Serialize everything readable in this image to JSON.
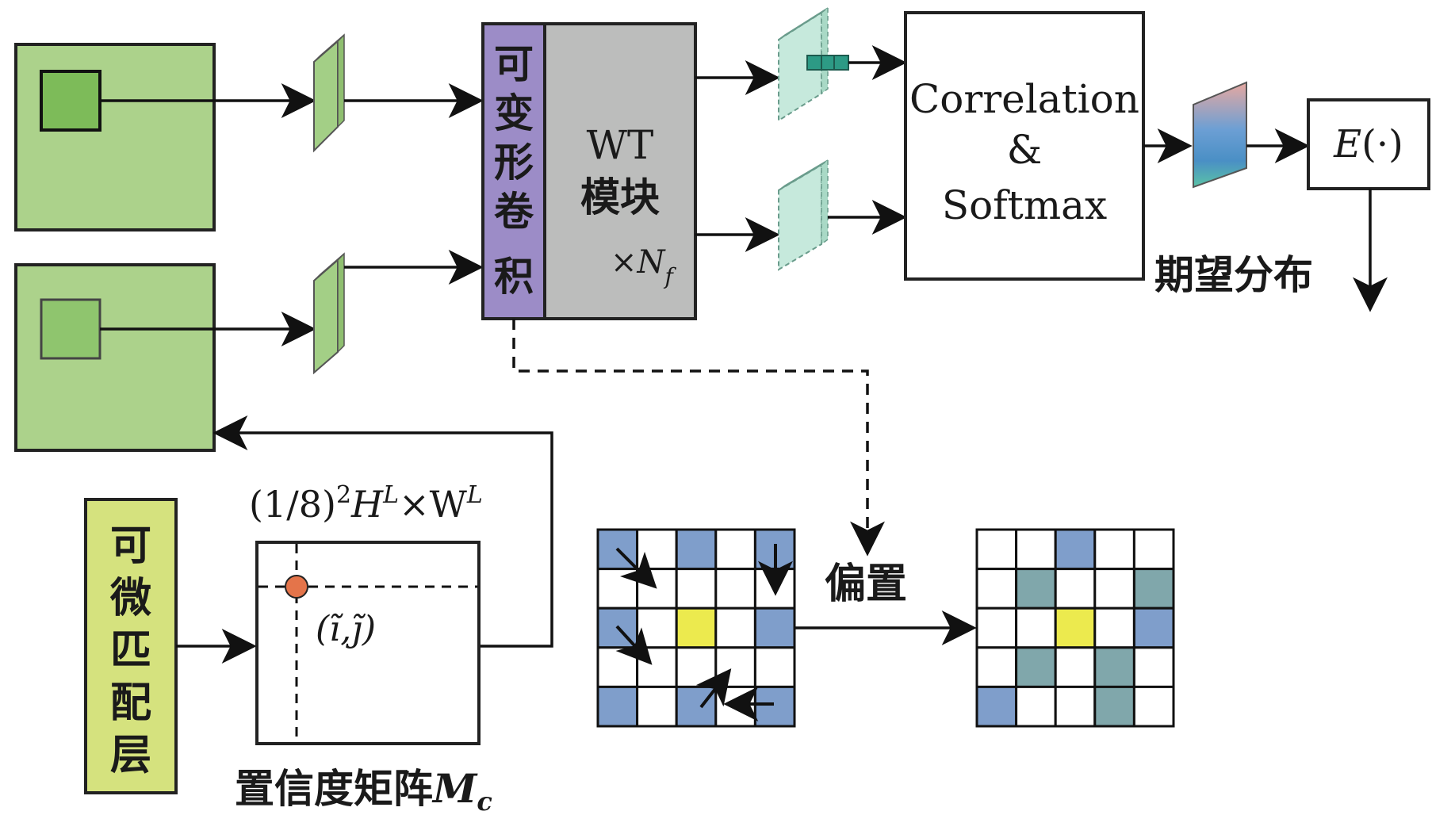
{
  "deform_conv_label": [
    "可",
    "变",
    "形",
    "卷",
    "积"
  ],
  "wt_module": {
    "line1": "WT",
    "line2": "模块",
    "repeat_prefix": "×",
    "repeat_symbol": "N",
    "repeat_sub": "f"
  },
  "correlation_box": {
    "line1": "Correlation",
    "line2": "&",
    "line3": "Softmax"
  },
  "expectation": {
    "symbol": "E",
    "arg": "(·)"
  },
  "expected_distribution": "期望分布",
  "diff_matching_layer": [
    "可",
    "微",
    "匹",
    "配",
    "层"
  ],
  "confidence_matrix": {
    "size_label": {
      "base": "(1/8)",
      "exp": "2",
      "h": "H",
      "h_sup": "L",
      "times": "×W",
      "w_sup": "L"
    },
    "point_label": "(ĩ,j̃)",
    "caption": "置信度矩阵",
    "caption_symbol": "M",
    "caption_sub": "c"
  },
  "offset_label": "偏置",
  "colors": {
    "image_green": "#acd28b",
    "feature_green": "#a3cf86",
    "deform_purple": "#9c8cc7",
    "wt_gray": "#bcbdbc",
    "grid_blue": "#7f9ecb",
    "grid_yellow": "#ecea4e",
    "grid_teal": "#80a7ab",
    "match_yellow_green": "#d5e27e",
    "point_orange": "#e4744a",
    "feature_mint": "#c6e9dc"
  }
}
